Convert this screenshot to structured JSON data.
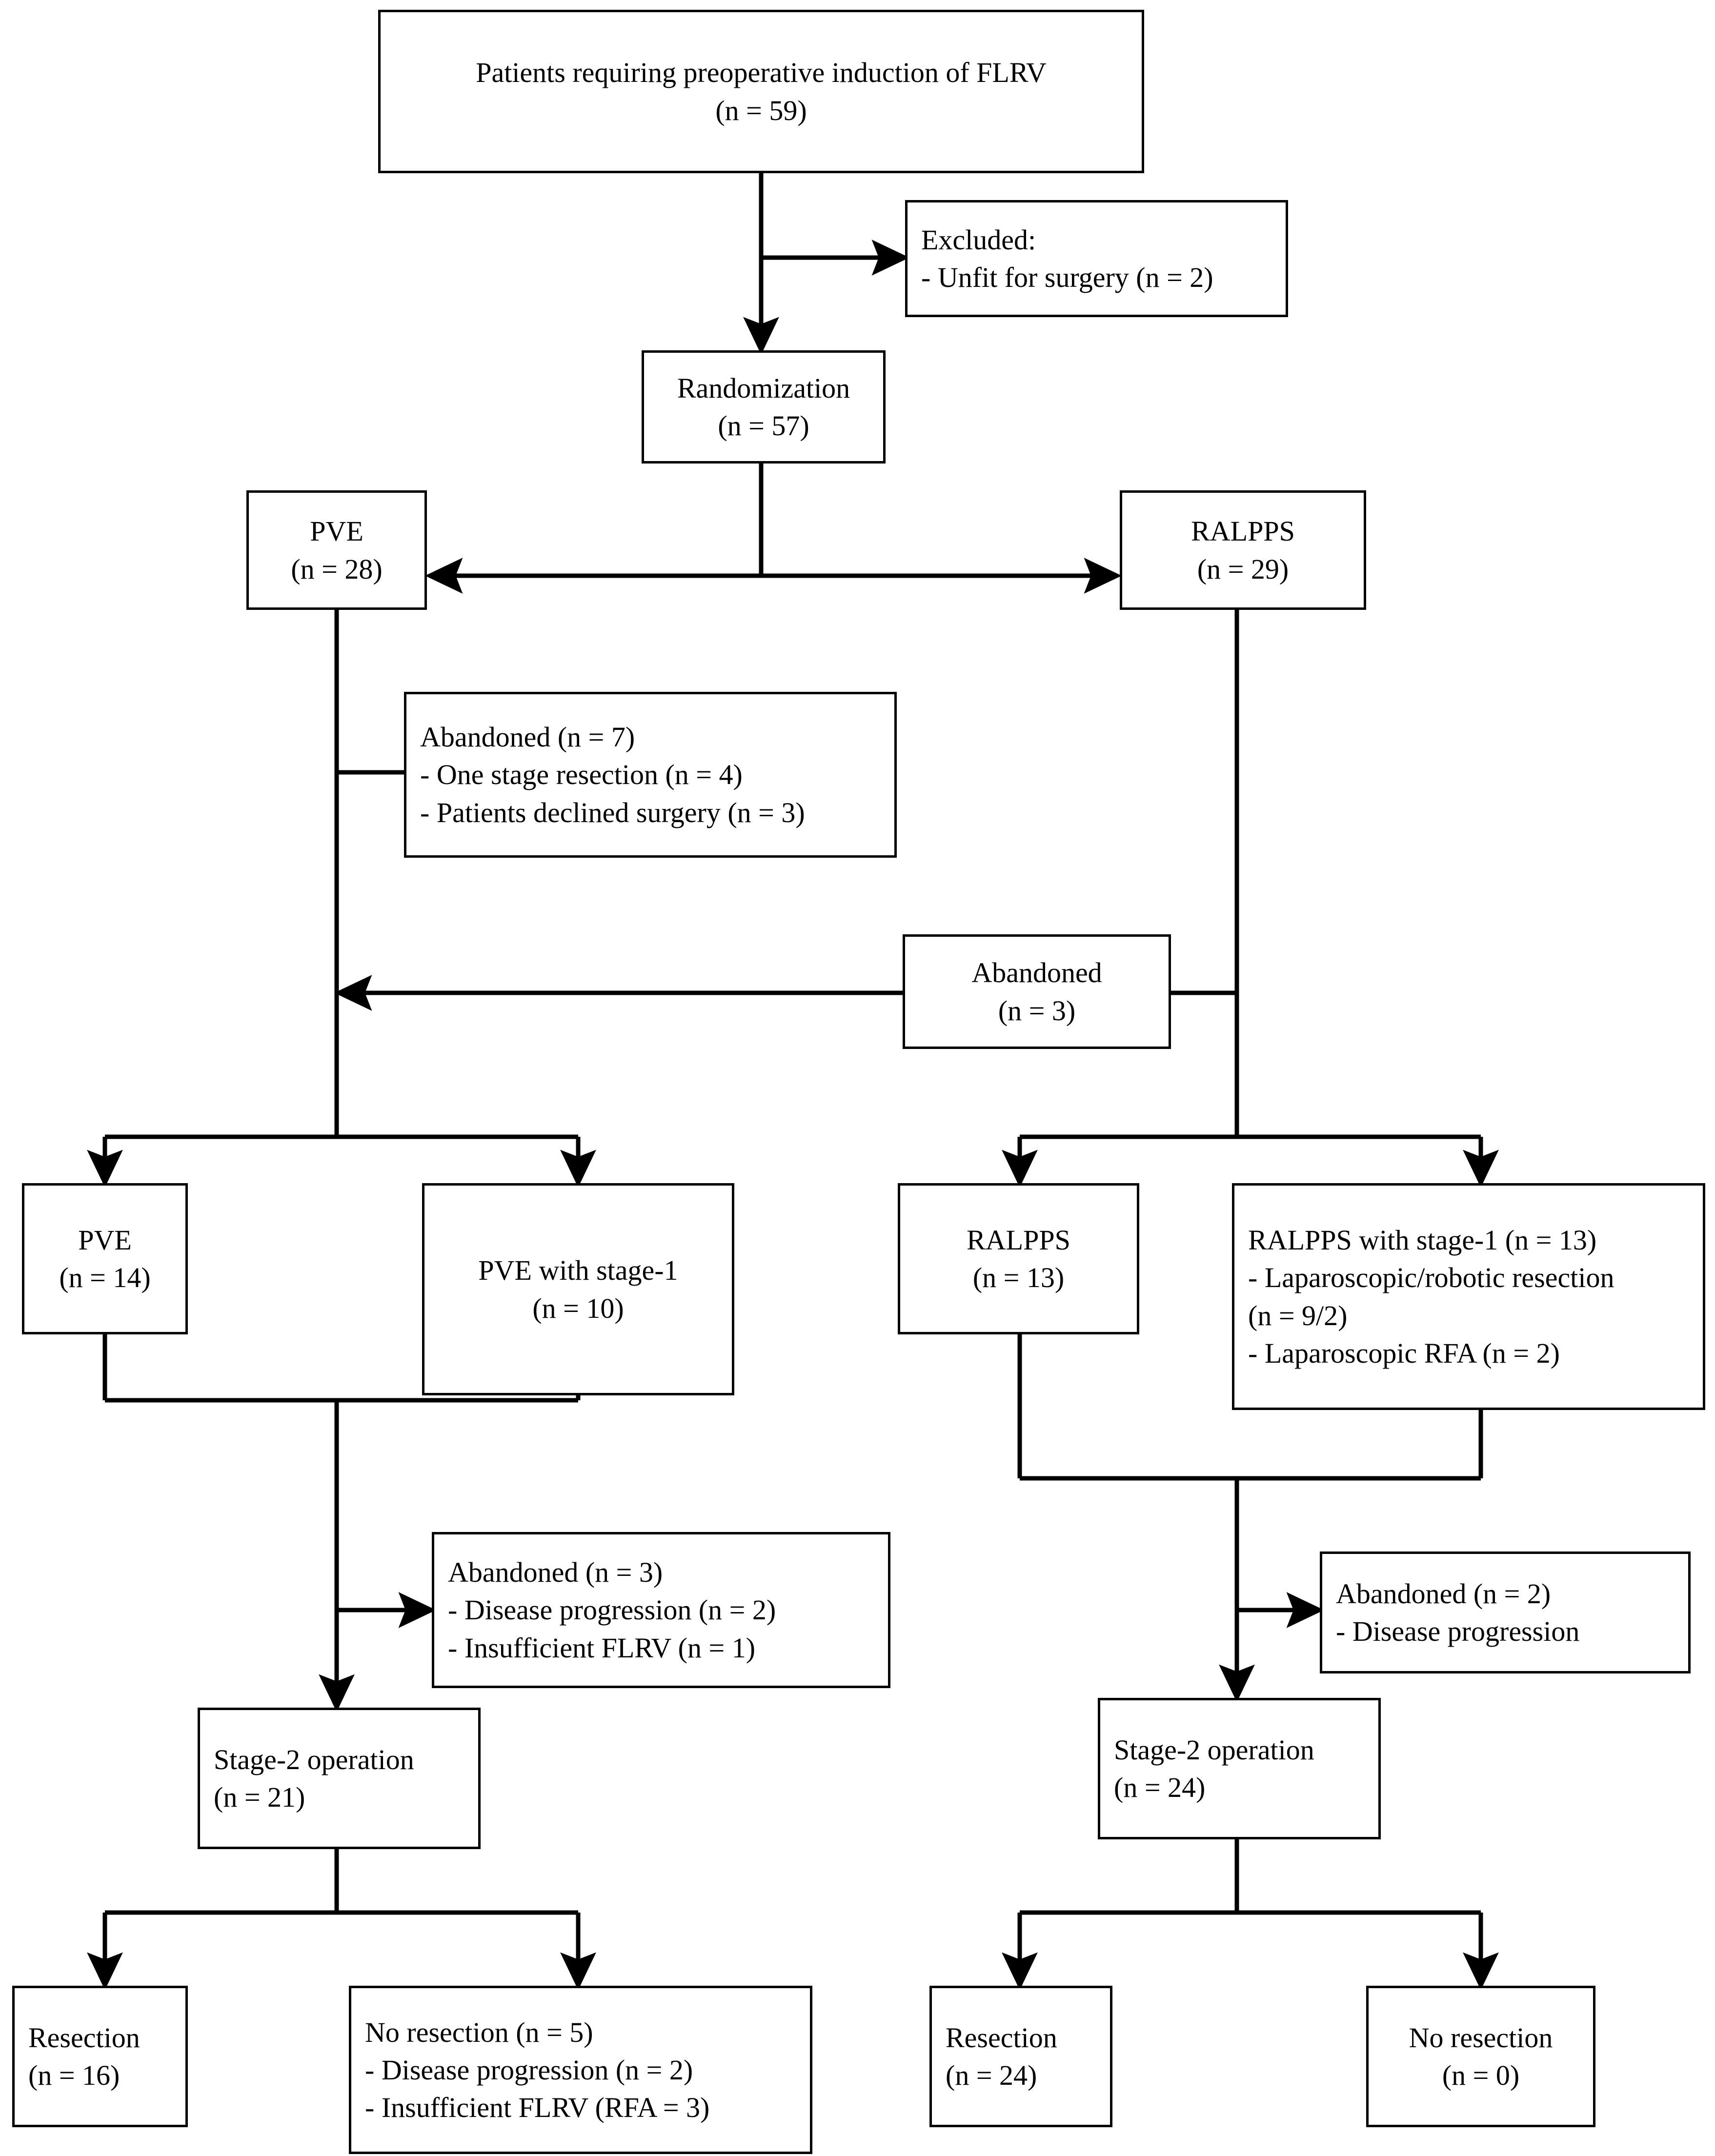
{
  "diagram": {
    "type": "consort-flow-diagram",
    "title": "",
    "nodes": {
      "enrolled": {
        "lines": [
          "Patients requiring preoperative induction of FLRV",
          "(n = 59)"
        ],
        "n": 59
      },
      "excluded": {
        "lines": [
          "Excluded:",
          "- Unfit for surgery (n = 2)"
        ],
        "n": 2
      },
      "randomization": {
        "lines": [
          "Randomization",
          "(n = 57)"
        ],
        "n": 57
      },
      "pve_arm": {
        "lines": [
          "PVE",
          "(n = 28)"
        ],
        "n": 28
      },
      "ralpps_arm": {
        "lines": [
          "RALPPS",
          "(n = 29)"
        ],
        "n": 29
      },
      "abandoned_pve_7": {
        "lines": [
          "Abandoned (n = 7)",
          "- One stage resection (n = 4)",
          "- Patients declined surgery (n = 3)"
        ],
        "n": 7
      },
      "abandoned_ralpps_3": {
        "lines": [
          "Abandoned",
          "(n = 3)"
        ],
        "n": 3
      },
      "pve_14": {
        "lines": [
          "PVE",
          "(n = 14)"
        ],
        "n": 14
      },
      "pve_stage1_10": {
        "lines": [
          "PVE with stage-1",
          "(n = 10)"
        ],
        "n": 10
      },
      "ralpps_13": {
        "lines": [
          "RALPPS",
          "(n = 13)"
        ],
        "n": 13
      },
      "ralpps_stage1_13": {
        "lines": [
          "RALPPS with stage-1 (n = 13)",
          "- Laparoscopic/robotic resection",
          "(n = 9/2)",
          "- Laparoscopic RFA (n = 2)"
        ],
        "n": 13
      },
      "abandoned_left_3": {
        "lines": [
          "Abandoned (n = 3)",
          "- Disease progression (n = 2)",
          "- Insufficient FLRV (n = 1)"
        ],
        "n": 3
      },
      "abandoned_right_2": {
        "lines": [
          "Abandoned (n = 2)",
          "- Disease progression"
        ],
        "n": 2
      },
      "stage2_left": {
        "lines": [
          "Stage-2 operation",
          "(n = 21)"
        ],
        "n": 21
      },
      "stage2_right": {
        "lines": [
          "Stage-2 operation",
          "(n = 24)"
        ],
        "n": 24
      },
      "resection_left": {
        "lines": [
          "Resection",
          "(n = 16)"
        ],
        "n": 16
      },
      "no_resection_left": {
        "lines": [
          "No resection (n = 5)",
          "- Disease progression (n = 2)",
          "- Insufficient FLRV (RFA = 3)"
        ],
        "n": 5
      },
      "resection_right": {
        "lines": [
          "Resection",
          "(n = 24)"
        ],
        "n": 24
      },
      "no_resection_right": {
        "lines": [
          "No resection",
          "(n = 0)"
        ],
        "n": 0
      }
    },
    "colors": {
      "stroke": "#000000",
      "fill": "#ffffff",
      "text": "#000000"
    }
  }
}
